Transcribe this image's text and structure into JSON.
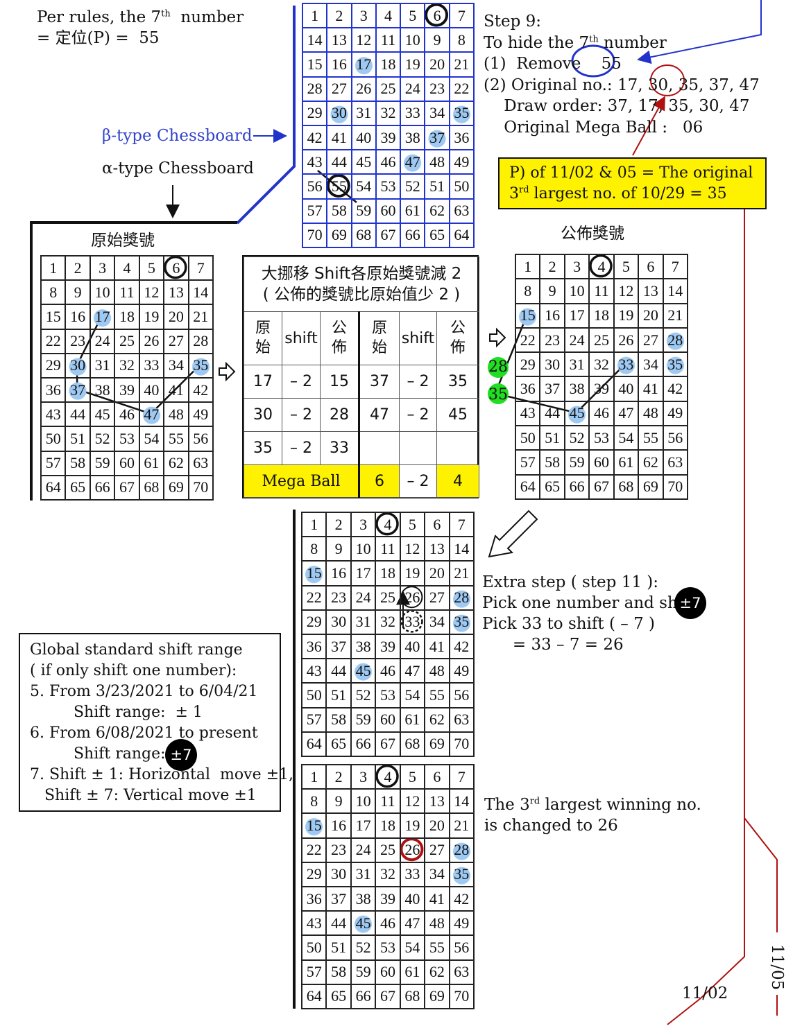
{
  "top_left_text": {
    "line1": "Per rules, the 7",
    "line1_sup": "th",
    "line1_end": "  number",
    "line2": "= 定位(P) =  55"
  },
  "labels": {
    "beta": "β-type Chessboard",
    "alpha": "α-type Chessboard",
    "original_title": "原始獎號",
    "published_title": "公佈獎號"
  },
  "step9": {
    "title": "Step 9:",
    "line1a": "To hide the 7",
    "line1_sup": "th",
    "line1b": " number",
    "line2a": "(1)  Remove",
    "removed": "55",
    "line3": "(2) Original no.: 17, 30, 35, 37, 47",
    "line4": "Draw order: 37, 17, 35, 30, 47",
    "line5": "Original Mega Ball :   06"
  },
  "yellow_box": {
    "line1": "P) of 11/02 & 05 = The original",
    "line2a": "3",
    "line2_sup": "rd",
    "line2b": " largest no. of 10/29 = 35"
  },
  "shift_table": {
    "title1": "大挪移 Shift各原始獎號減 2",
    "title2": "( 公佈的獎號比原始值少 2 )",
    "col_original": "原\n始",
    "col_shift": "shift",
    "col_published": "公\n佈",
    "rows": [
      [
        "17",
        "– 2",
        "15",
        "37",
        "– 2",
        "35"
      ],
      [
        "30",
        "– 2",
        "28",
        "47",
        "– 2",
        "45"
      ],
      [
        "35",
        "– 2",
        "33",
        "",
        "",
        ""
      ]
    ],
    "mega_label": "Mega Ball",
    "mega": [
      "6",
      "– 2",
      "4"
    ]
  },
  "side_numbers": [
    "28",
    "35"
  ],
  "extra_step": {
    "line1": "Extra step ( step 11 ):",
    "line2": "Pick one number and shift",
    "line3": "Pick 33 to shift ( – 7 )",
    "line4": "= 33 – 7 = 26"
  },
  "badge": "±7",
  "standard_box": {
    "line1": "Global standard shift range",
    "line2": "( if only shift one number):",
    "line3": "5. From 3/23/2021 to 6/04/21",
    "line4": "Shift range:  ± 1",
    "line5": "6. From 6/08/2021 to present",
    "line6": "Shift range:",
    "line7": "7. Shift ± 1: Horizontal  move ±1,",
    "line8": "Shift ± 7: Vertical move ±1"
  },
  "bottom_text": {
    "line1a": "The 3",
    "line1_sup": "rd",
    "line1b": " largest winning no.",
    "line2": "is changed to 26"
  },
  "dates": {
    "d1": "11/02",
    "d2": "11/05"
  },
  "boards": {
    "beta_numbers": [
      1,
      2,
      3,
      4,
      5,
      6,
      7,
      14,
      13,
      12,
      11,
      10,
      9,
      8,
      15,
      16,
      17,
      18,
      19,
      20,
      21,
      28,
      27,
      26,
      25,
      24,
      23,
      22,
      29,
      30,
      31,
      32,
      33,
      34,
      35,
      42,
      41,
      40,
      39,
      38,
      37,
      36,
      43,
      44,
      45,
      46,
      47,
      48,
      49,
      56,
      55,
      54,
      53,
      52,
      51,
      50,
      57,
      58,
      59,
      60,
      61,
      62,
      63,
      70,
      69,
      68,
      67,
      66,
      65,
      64
    ],
    "alpha_numbers": [
      1,
      2,
      3,
      4,
      5,
      6,
      7,
      8,
      9,
      10,
      11,
      12,
      13,
      14,
      15,
      16,
      17,
      18,
      19,
      20,
      21,
      22,
      23,
      24,
      25,
      26,
      27,
      28,
      29,
      30,
      31,
      32,
      33,
      34,
      35,
      36,
      37,
      38,
      39,
      40,
      41,
      42,
      43,
      44,
      45,
      46,
      47,
      48,
      49,
      50,
      51,
      52,
      53,
      54,
      55,
      56,
      57,
      58,
      59,
      60,
      61,
      62,
      63,
      64,
      65,
      66,
      67,
      68,
      69,
      70
    ],
    "beta_marked": [
      17,
      30,
      35,
      37,
      47
    ],
    "original_marked": [
      17,
      30,
      35,
      37,
      47
    ],
    "published_marked": [
      15,
      28,
      33,
      35,
      45
    ],
    "extra_marked": [
      15,
      28,
      35,
      45
    ],
    "final_marked": [
      15,
      28,
      35,
      45
    ]
  },
  "colors": {
    "circle_blue": "#9ec9f2",
    "green": "#22dd22",
    "yellow": "#fff200",
    "red": "#b01010",
    "blue_line": "#2233cc"
  }
}
